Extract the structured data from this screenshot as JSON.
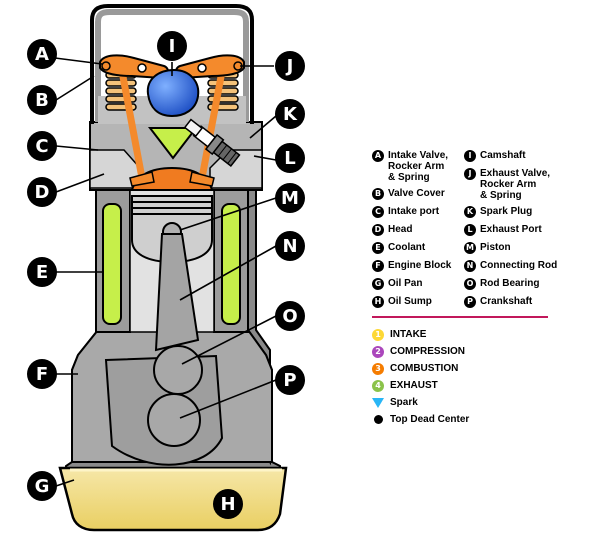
{
  "callouts": {
    "A": "A",
    "B": "B",
    "C": "C",
    "D": "D",
    "E": "E",
    "F": "F",
    "G": "G",
    "H": "H",
    "I": "I",
    "J": "J",
    "K": "K",
    "L": "L",
    "M": "M",
    "N": "N",
    "O": "O",
    "P": "P"
  },
  "legend": {
    "left": [
      {
        "letter": "A",
        "label": "Intake Valve,\nRocker Arm\n& Spring"
      },
      {
        "letter": "B",
        "label": "Valve Cover"
      },
      {
        "letter": "C",
        "label": "Intake port"
      },
      {
        "letter": "D",
        "label": "Head"
      },
      {
        "letter": "E",
        "label": "Coolant"
      },
      {
        "letter": "F",
        "label": "Engine Block"
      },
      {
        "letter": "G",
        "label": "Oil Pan"
      },
      {
        "letter": "H",
        "label": "Oil Sump"
      }
    ],
    "right": [
      {
        "letter": "I",
        "label": "Camshaft"
      },
      {
        "letter": "J",
        "label": "Exhaust Valve,\nRocker Arm\n& Spring"
      },
      {
        "letter": "K",
        "label": "Spark Plug"
      },
      {
        "letter": "L",
        "label": "Exhaust Port"
      },
      {
        "letter": "M",
        "label": "Piston"
      },
      {
        "letter": "N",
        "label": "Connecting Rod"
      },
      {
        "letter": "O",
        "label": "Rod Bearing"
      },
      {
        "letter": "P",
        "label": "Crankshaft"
      }
    ]
  },
  "strokes": [
    {
      "marker": "1",
      "label": "INTAKE",
      "color": "#fdd835"
    },
    {
      "marker": "2",
      "label": "COMPRESSION",
      "color": "#ab47bc"
    },
    {
      "marker": "3",
      "label": "COMBUSTION",
      "color": "#f57c00"
    },
    {
      "marker": "4",
      "label": "EXHAUST",
      "color": "#8bc34a"
    },
    {
      "marker": "",
      "label": "Spark",
      "color": "#29b6f6"
    },
    {
      "marker": "",
      "label": "Top Dead Center",
      "color": "#000000"
    }
  ],
  "colors": {
    "metal": "#b0b0b0",
    "metal_dark": "#7a7a7a",
    "valve_orange": "#f48a2c",
    "spring_tan": "#f4c27a",
    "camshaft_blue": "#1e5bd8",
    "coolant_green": "#c6ef4a",
    "combustion_orange": "#f07b20",
    "oil": "#f3e08b",
    "divider": "#c2185b"
  }
}
